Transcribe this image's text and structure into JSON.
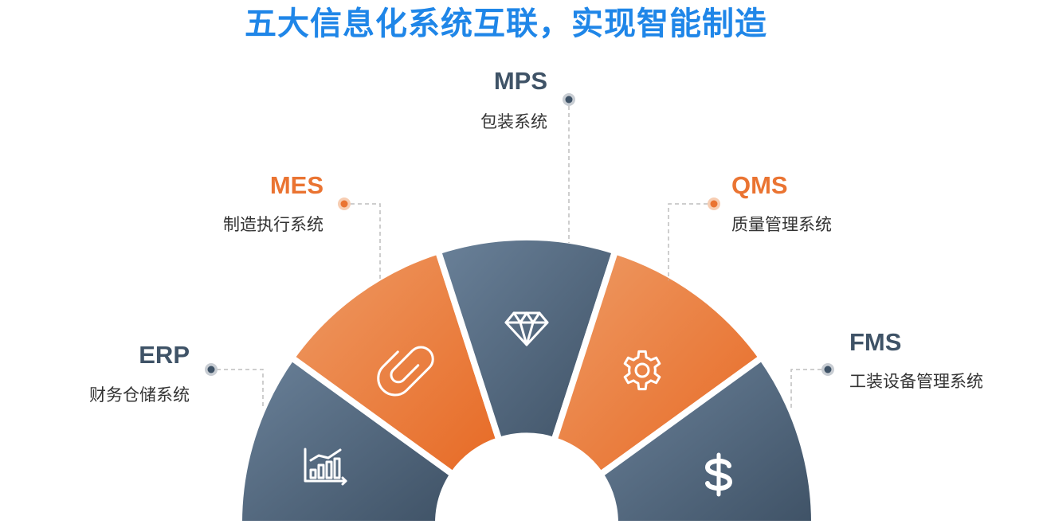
{
  "title": "五大信息化系统互联，实现智能制造",
  "colors": {
    "title": "#1f86e8",
    "slate_segment": "#4b6076",
    "orange_segment": "#ea7432",
    "slate_label": "#3f5367",
    "orange_label": "#ea7432",
    "connector": "#bdbdbd"
  },
  "systems": [
    {
      "abbr": "ERP",
      "desc": "财务仓储系统",
      "color": "slate",
      "icon": "bar-chart-icon"
    },
    {
      "abbr": "MES",
      "desc": "制造执行系统",
      "color": "orange",
      "icon": "paperclip-icon"
    },
    {
      "abbr": "MPS",
      "desc": "包装系统",
      "color": "slate",
      "icon": "diamond-icon"
    },
    {
      "abbr": "QMS",
      "desc": "质量管理系统",
      "color": "orange",
      "icon": "gear-icon"
    },
    {
      "abbr": "FMS",
      "desc": "工装设备管理系统",
      "color": "slate",
      "icon": "dollar-icon"
    }
  ]
}
